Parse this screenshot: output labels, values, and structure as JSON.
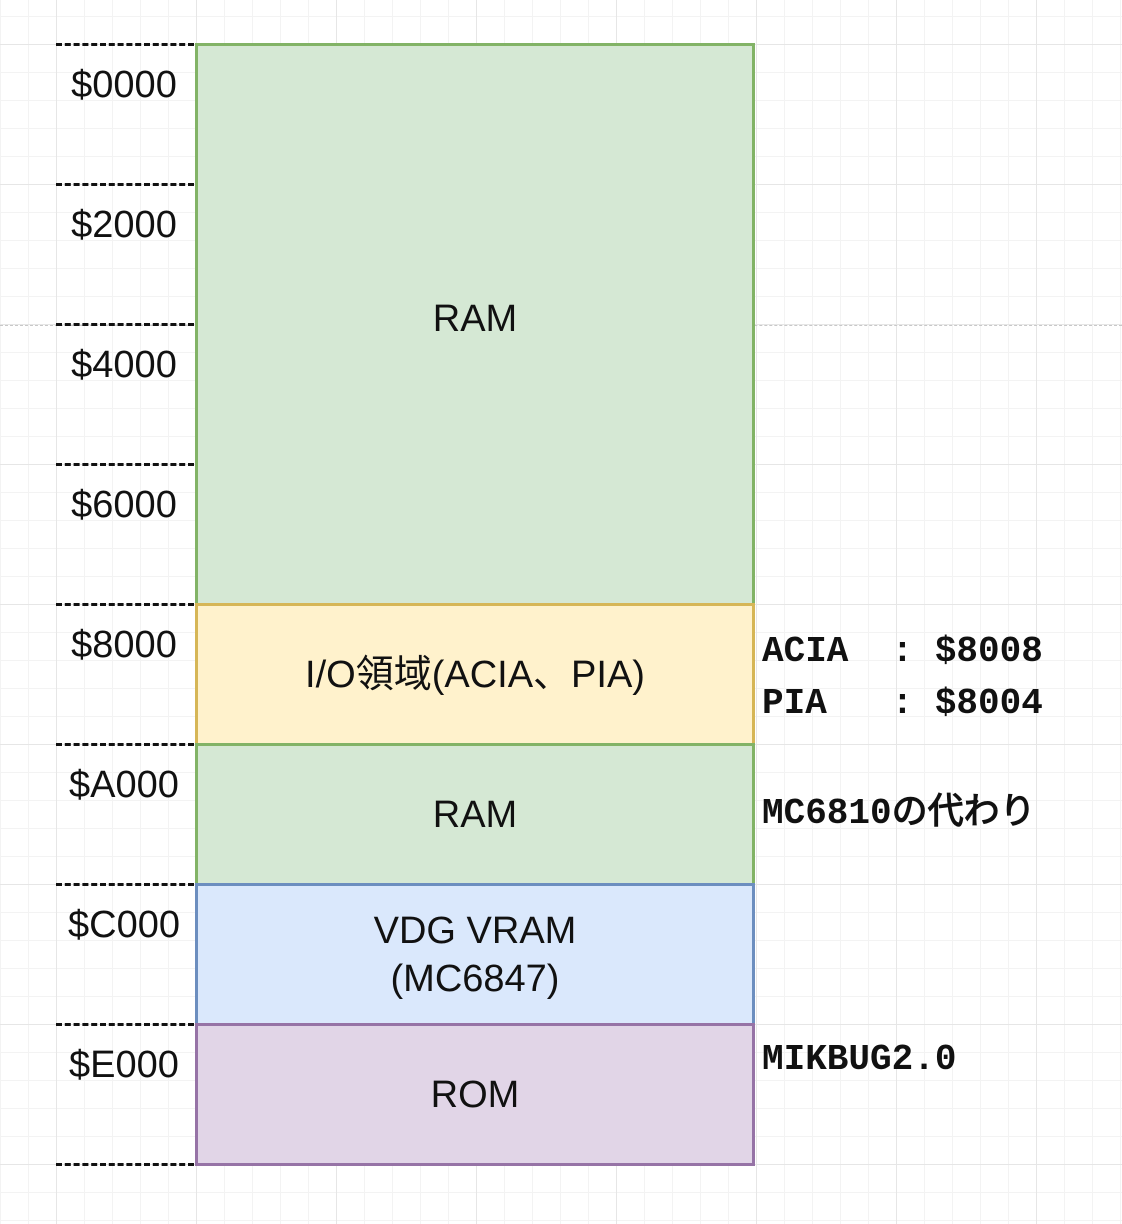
{
  "addresses": [
    "$0000",
    "$2000",
    "$4000",
    "$6000",
    "$8000",
    "$A000",
    "$C000",
    "$E000"
  ],
  "regions": [
    {
      "label": "RAM",
      "fill": "#d5e8d4",
      "stroke": "#82b366"
    },
    {
      "label": "I/O領域(ACIA、PIA)",
      "fill": "#fff2cc",
      "stroke": "#d6b656"
    },
    {
      "label": "RAM",
      "fill": "#d5e8d4",
      "stroke": "#82b366"
    },
    {
      "label": "VDG VRAM\n(MC6847)",
      "fill": "#dae8fc",
      "stroke": "#6c8ebf"
    },
    {
      "label": "ROM",
      "fill": "#e1d5e7",
      "stroke": "#9673a6"
    }
  ],
  "notes": {
    "acia": "ACIA  : $8008",
    "pia": "PIA   : $8004",
    "ram2": "MC6810の代わり",
    "rom": "MIKBUG2.0"
  }
}
